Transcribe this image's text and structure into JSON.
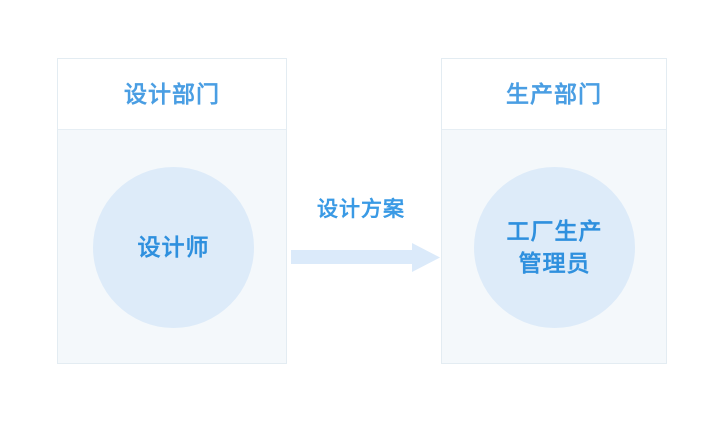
{
  "diagram": {
    "background_color": "#ffffff",
    "accent_color": "#3a9ae5",
    "circle_fill": "#ddebf9",
    "arrow_color": "#dbeafa",
    "departments": [
      {
        "id": "design-department",
        "title": "设计部门",
        "role": "设计师"
      },
      {
        "id": "production-department",
        "title": "生产部门",
        "role": "工厂生产\n管理员"
      }
    ],
    "flow": {
      "label": "设计方案",
      "direction": "left-to-right",
      "from": "设计师",
      "to": "工厂生产管理员"
    }
  }
}
